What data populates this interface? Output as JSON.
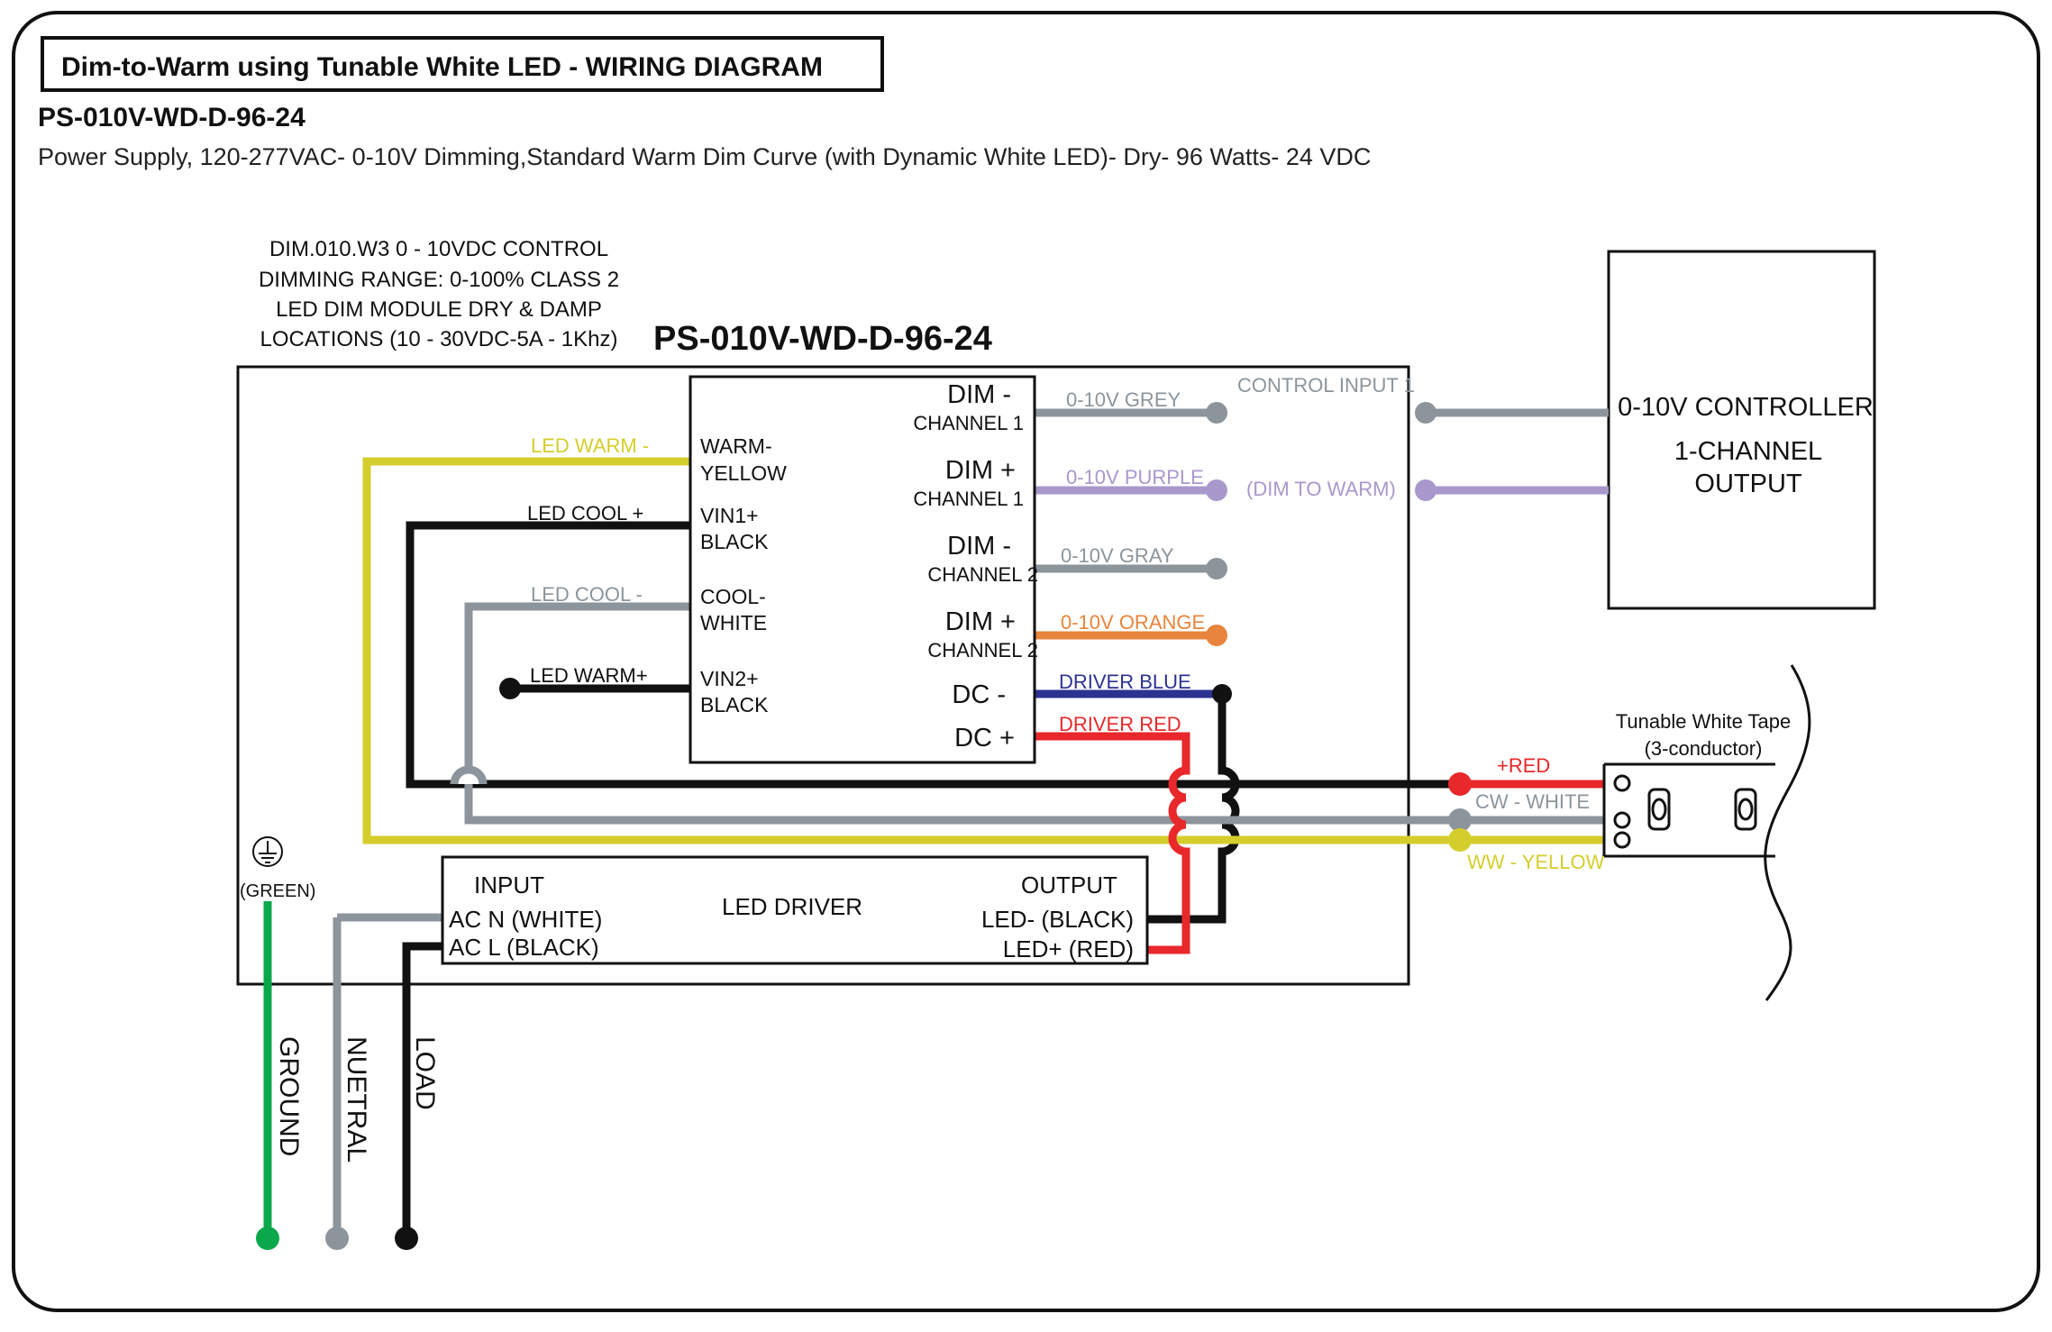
{
  "header": {
    "title": "Dim-to-Warm using Tunable White LED - WIRING DIAGRAM",
    "model": "PS-010V-WD-D-96-24",
    "description": "Power Supply, 120-277VAC- 0-10V Dimming,Standard Warm Dim Curve (with Dynamic White LED)- Dry- 96 Watts- 24 VDC"
  },
  "module_note": [
    "DIM.010.W3 0 - 10VDC CONTROL",
    "DIMMING RANGE: 0-100% CLASS 2",
    "LED DIM MODULE DRY & DAMP",
    "LOCATIONS (10 - 30VDC-5A - 1Khz)"
  ],
  "enclosure_label": "PS-010V-WD-D-96-24",
  "module": {
    "left_terminals": [
      {
        "line1": "WARM-",
        "line2": "YELLOW"
      },
      {
        "line1": "VIN1+",
        "line2": "BLACK"
      },
      {
        "line1": "COOL-",
        "line2": "WHITE"
      },
      {
        "line1": "VIN2+",
        "line2": "BLACK"
      }
    ],
    "right_terminals": [
      {
        "line1": "DIM -",
        "line2": "CHANNEL 1"
      },
      {
        "line1": "DIM +",
        "line2": "CHANNEL 1"
      },
      {
        "line1": "DIM -",
        "line2": "CHANNEL 2"
      },
      {
        "line1": "DIM +",
        "line2": "CHANNEL 2"
      },
      {
        "line1": "DC -",
        "line2": ""
      },
      {
        "line1": "DC +",
        "line2": ""
      }
    ]
  },
  "wire_labels": {
    "led_warm_minus": "LED WARM -",
    "led_cool_plus": "LED COOL +",
    "led_cool_minus": "LED COOL -",
    "led_warm_plus": "LED WARM+",
    "grey": "0-10V GREY",
    "purple": "0-10V PURPLE",
    "gray": "0-10V GRAY",
    "orange": "0-10V ORANGE",
    "driver_blue": "DRIVER BLUE",
    "driver_red": "DRIVER RED",
    "control_input": "CONTROL INPUT 1",
    "dim_to_warm": "(DIM TO WARM)",
    "plus_red": "+RED",
    "cw_white": "CW - WHITE",
    "ww_yellow": "WW - YELLOW"
  },
  "controller": {
    "line1": "0-10V CONTROLLER",
    "line2": "1-CHANNEL",
    "line3": "OUTPUT"
  },
  "tape": {
    "line1": "Tunable White Tape",
    "line2": "(3-conductor)"
  },
  "driver": {
    "input_title": "INPUT",
    "input_n": "AC N (WHITE)",
    "input_l": "AC L (BLACK)",
    "name": "LED DRIVER",
    "output_title": "OUTPUT",
    "output_minus": "LED- (BLACK)",
    "output_plus": "LED+ (RED)"
  },
  "ground_label": "(GREEN)",
  "mains": {
    "ground": "GROUND",
    "neutral": "NUETRAL",
    "load": "LOAD"
  },
  "colors": {
    "yellow": "#d4ce2c",
    "black": "#111111",
    "gray": "#8c959c",
    "purple": "#a898cc",
    "orange": "#e8843c",
    "blue": "#2c3290",
    "red": "#e8282a",
    "green": "#0aa84a"
  }
}
